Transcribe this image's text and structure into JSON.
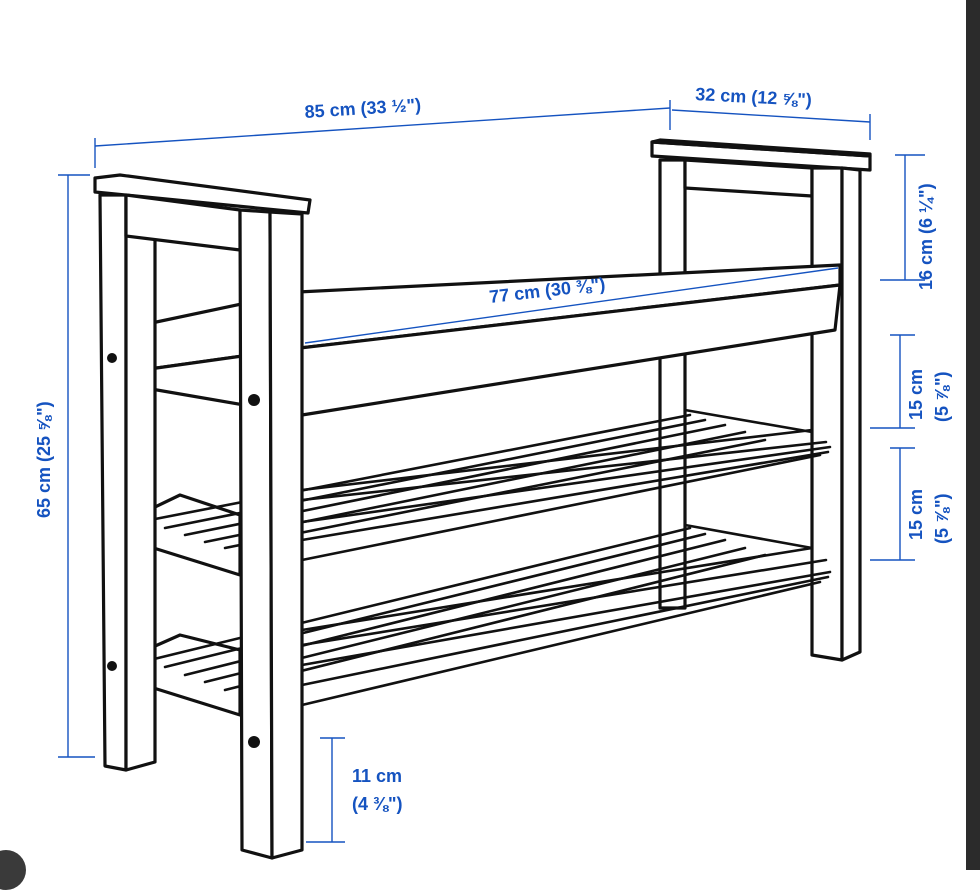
{
  "dimensions": {
    "overall_width": "85 cm (33 ½\")",
    "depth": "32 cm (12 ⅝\")",
    "overall_height": "65 cm (25 ⅝\")",
    "seat_width": "77 cm (30 ⅜\")",
    "armrest_height": "16 cm (6 ¼\")",
    "shelf_gap_upper_cm": "15 cm",
    "shelf_gap_upper_in": "(5 ⅞\")",
    "shelf_gap_lower_cm": "15 cm",
    "shelf_gap_lower_in": "(5 ⅞\")",
    "floor_clearance_cm": "11 cm",
    "floor_clearance_in": "(4 ⅜\")"
  },
  "colors": {
    "dimension_accent": "#1553c0",
    "line_art": "#111111",
    "background": "#ffffff"
  }
}
